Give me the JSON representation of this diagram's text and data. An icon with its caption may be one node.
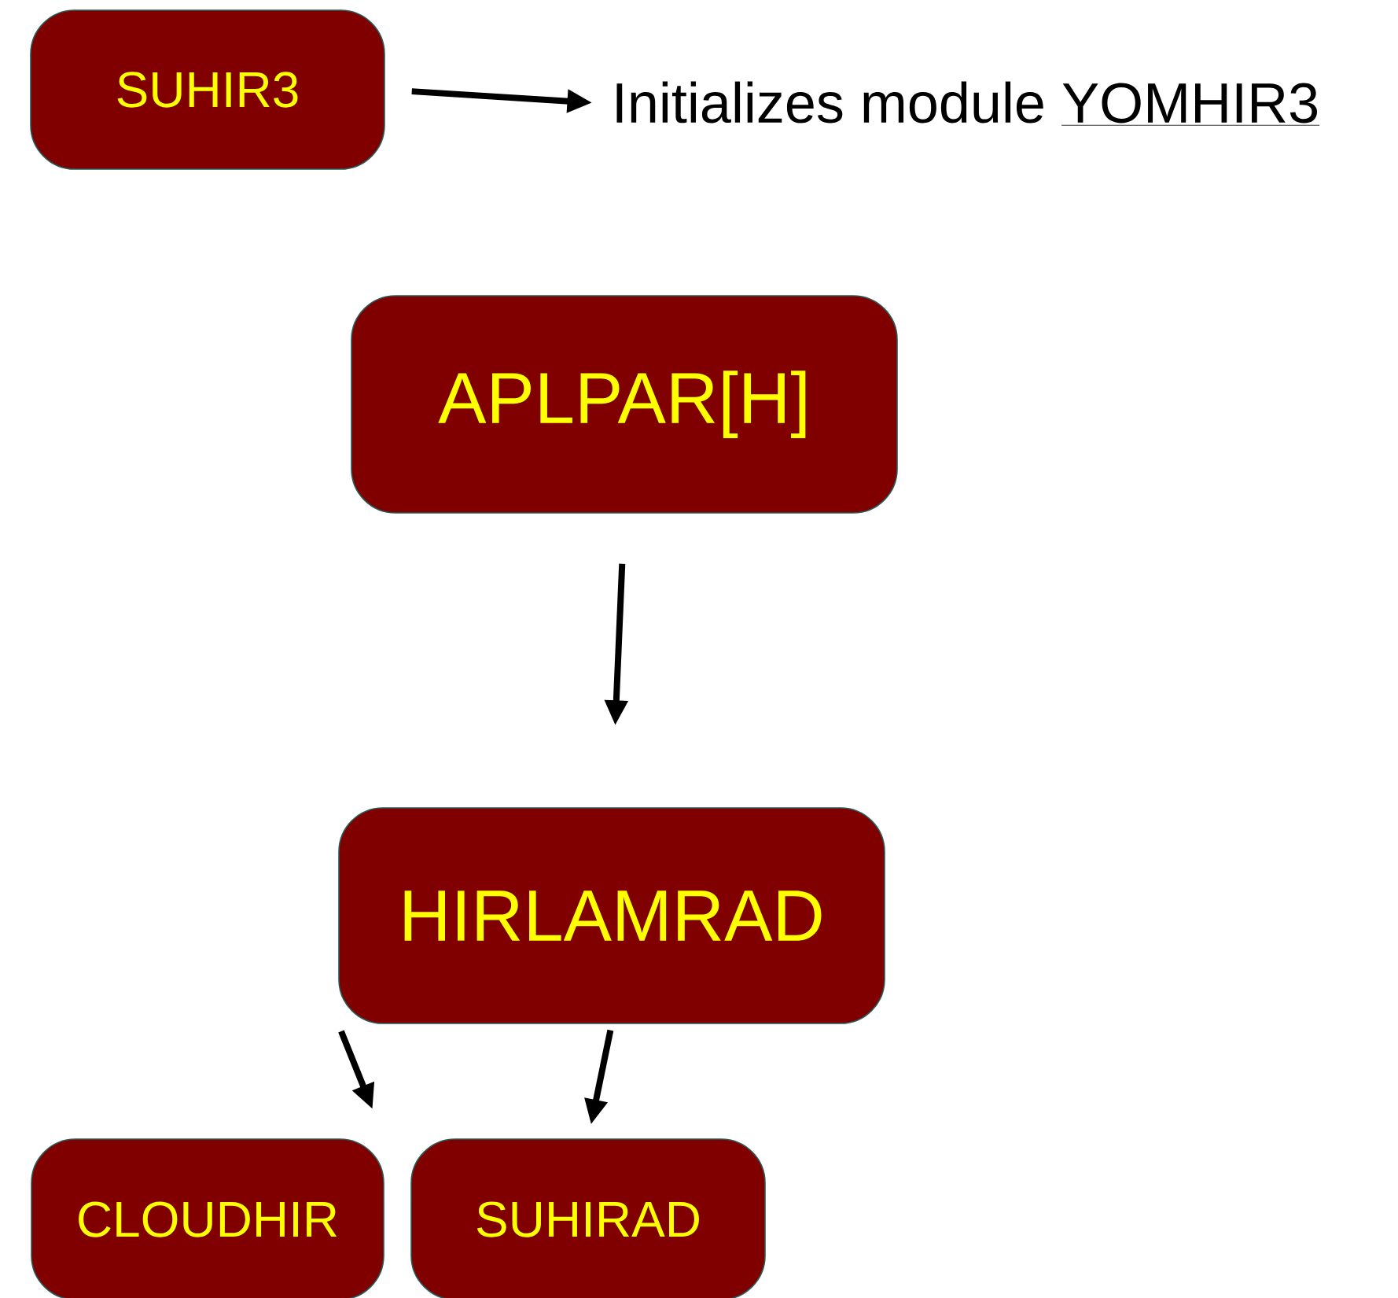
{
  "diagram": {
    "nodes": [
      {
        "text": [
          "SUHIR3"
        ]
      },
      {
        "text": [
          "Initializes module",
          "YOMHIR3"
        ]
      },
      {
        "text": [
          "APLPAR[H]"
        ]
      },
      {
        "text": [
          "HIRLAMRAD"
        ]
      },
      {
        "text": [
          "CLOUDHIR"
        ]
      },
      {
        "text": [
          "SUHIRAD"
        ]
      }
    ],
    "edges": [
      {
        "from": 0,
        "to": 1,
        "arrow": "to"
      },
      {
        "from": 2,
        "to": 3,
        "arrow": "to"
      },
      {
        "from": 3,
        "to": 4,
        "arrow": "to"
      },
      {
        "from": 3,
        "to": 5,
        "arrow": "to"
      }
    ]
  }
}
